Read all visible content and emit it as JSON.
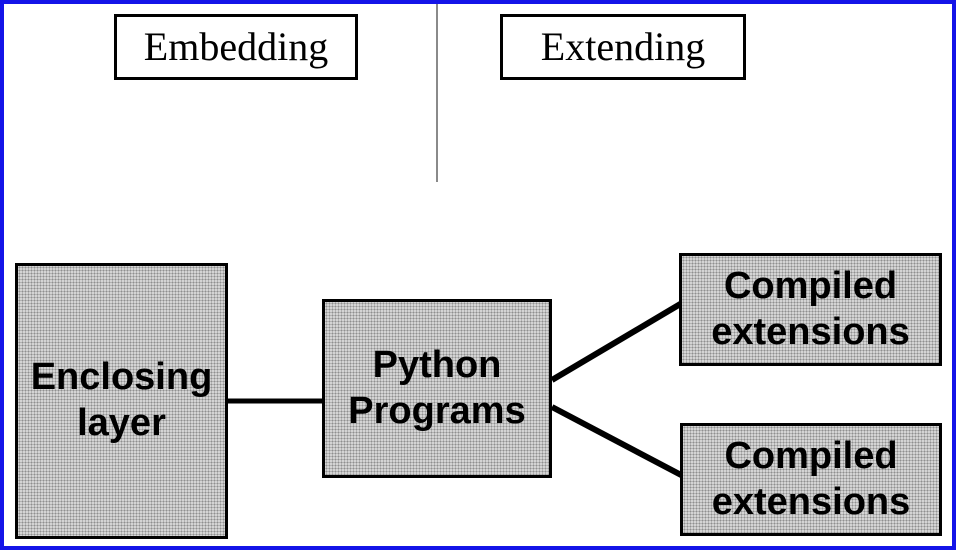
{
  "sections": {
    "embedding": "Embedding",
    "extending": "Extending"
  },
  "nodes": {
    "enclosing_layer": {
      "label": "Enclosing\nlayer"
    },
    "python_programs": {
      "label": "Python\nPrograms"
    },
    "compiled_extensions_top": {
      "label": "Compiled\nextensions"
    },
    "compiled_extensions_bottom": {
      "label": "Compiled\nextensions"
    }
  },
  "colors": {
    "frame_blue": "#1414e8",
    "divider_gray": "#8a8a8a",
    "node_fill_gray": "#d4d4d4",
    "node_dot_gray": "#8f8f8f",
    "connector_black": "#000000",
    "text_black": "#000000"
  }
}
